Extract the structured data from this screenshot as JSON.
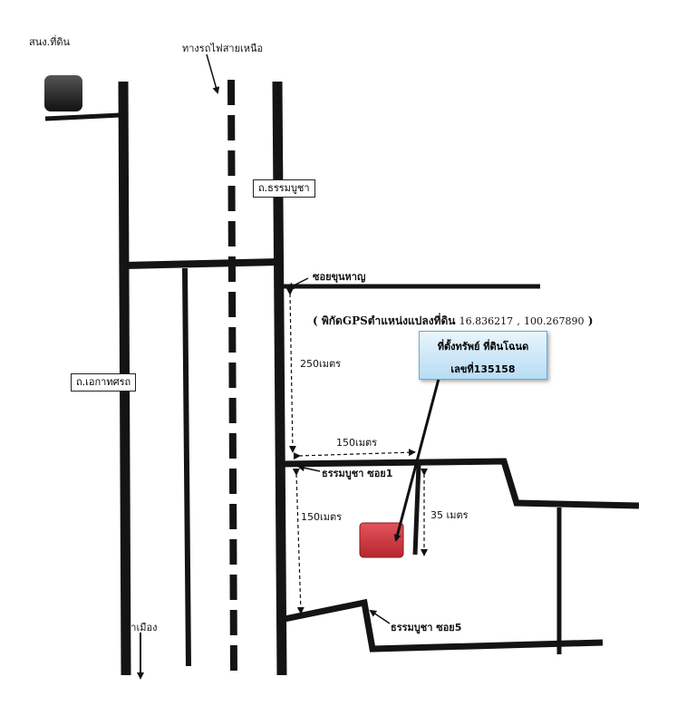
{
  "labels": {
    "land_office": "สนง.ที่ดิน",
    "railway": "ทางรถไฟสายเหนือ",
    "tham_bucha_road": "ถ.ธรรมบูชา",
    "ekathotsarot_road": "ถ.เอกาทศรถ",
    "soi_khun_han": "ซอยขุนหาญ",
    "soi1": "ธรรมบูชา ซอย1",
    "soi5": "ธรรมบูชา ซอย5",
    "to_city": "เข้าเมือง"
  },
  "coordinates": {
    "prefix": "( พิกัดGPSตำแหน่งแปลงที่ดิน",
    "lat": "16.836217",
    "sep": ",",
    "lon": "100.267890",
    "suffix": ")"
  },
  "property": {
    "line1": "ที่ตั้งทรัพย์ ที่ดินโฉนด",
    "line2": "เลขที่135158"
  },
  "distances": {
    "d250": "250เมตร",
    "d150_h": "150เมตร",
    "d150_v": "150เมตร",
    "d35": "35 เมตร"
  },
  "colors": {
    "road": "#141414",
    "property_marker": "#d23c46",
    "info_box": "#cfe8f8",
    "land_office_marker": "#2a2a2a"
  }
}
